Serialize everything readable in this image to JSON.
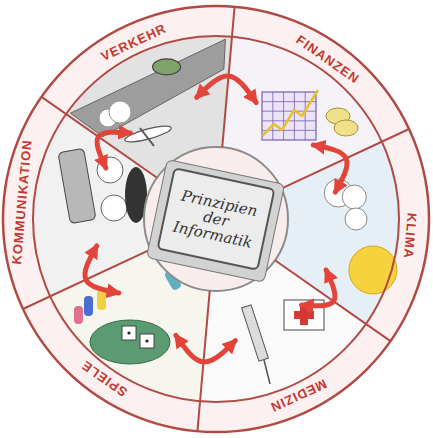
{
  "diagram": {
    "nodes": [
      {
        "text": [
          "VERKEHR"
        ]
      },
      {
        "text": [
          "FINANZEN"
        ]
      },
      {
        "text": [
          "KLIMA"
        ]
      },
      {
        "text": [
          "MEDIZIN"
        ]
      },
      {
        "text": [
          "SPIELE"
        ]
      },
      {
        "text": [
          "KOMMUNIKATION"
        ]
      },
      {
        "text": [
          "Prinzipien der Informatik"
        ]
      }
    ],
    "edges": [
      {
        "from": 0,
        "to": 1,
        "arrow": "both"
      },
      {
        "from": 1,
        "to": 2,
        "arrow": "both"
      },
      {
        "from": 2,
        "to": 3,
        "arrow": "both"
      },
      {
        "from": 3,
        "to": 4,
        "arrow": "both"
      },
      {
        "from": 4,
        "to": 5,
        "arrow": "both"
      },
      {
        "from": 5,
        "to": 0,
        "arrow": "both"
      }
    ]
  }
}
